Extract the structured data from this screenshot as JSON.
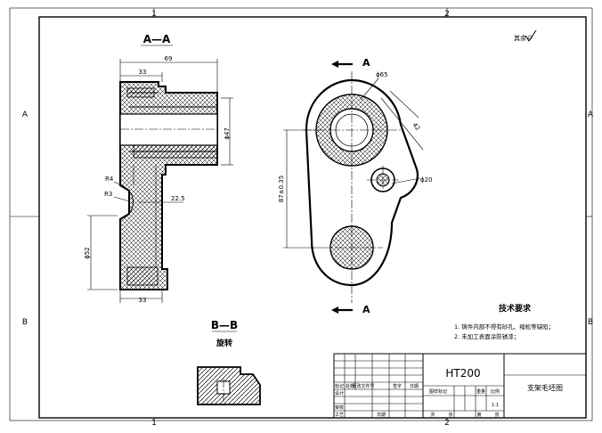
{
  "sheet": {
    "zone_cols": [
      "1",
      "2"
    ],
    "zone_rows": [
      "A",
      "B"
    ]
  },
  "view_aa": {
    "title": "A—A",
    "dims": {
      "overall_width": "69",
      "flange_width": "33",
      "bottom_width": "33",
      "bore_dia": "ϕ47",
      "lower_height": "ϕ52",
      "radius_outer": "R4",
      "radius_inner": "R3",
      "offset": "22.5"
    }
  },
  "view_main": {
    "section_mark": "A",
    "dims": {
      "top_dia": "ϕ65",
      "arm_width": "42",
      "center_dist": "87±0.35",
      "small_dia": "ϕ20"
    }
  },
  "view_bb": {
    "title": "B—B",
    "subtitle": "旋转"
  },
  "roughness": {
    "label": "其余"
  },
  "tech_req": {
    "title": "技术要求",
    "items": [
      "1. 铸件内部不得有砂孔、缩松等缺陷；",
      "2. 未加工表面涂防锈漆；"
    ]
  },
  "title_block": {
    "material": "HT200",
    "part_name": "支架毛坯图",
    "header_cells": [
      "标记",
      "处数",
      "更改文件号",
      "签字",
      "日期"
    ],
    "row_labels": [
      "设计",
      "审核",
      "工艺"
    ],
    "stage_cells": [
      "图样标记",
      "重量",
      "比例"
    ],
    "scale": "1:1",
    "sheet_cells": [
      "共",
      "张",
      "第",
      "张"
    ],
    "date_label": "日期"
  }
}
